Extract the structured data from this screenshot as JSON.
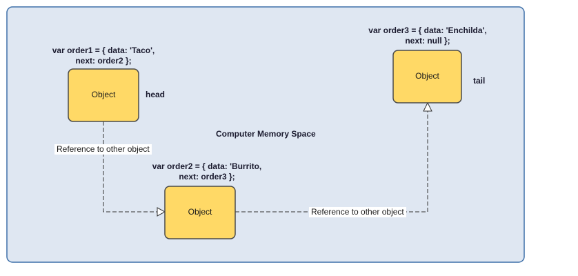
{
  "container": {
    "title": "Computer Memory Space"
  },
  "nodes": [
    {
      "id": "order1",
      "label": "Object",
      "code_line1": "var order1 = { data: 'Taco',",
      "code_line2": "next: order2 };",
      "side_label": "head"
    },
    {
      "id": "order2",
      "label": "Object",
      "code_line1": "var order2 = { data: 'Burrito,",
      "code_line2": "next: order3 };",
      "side_label": ""
    },
    {
      "id": "order3",
      "label": "Object",
      "code_line1": "var order3 = { data: 'Enchilda',",
      "code_line2": "next: null };",
      "side_label": "tail"
    }
  ],
  "edges": [
    {
      "from": "order1",
      "to": "order2",
      "label": "Reference to other object"
    },
    {
      "from": "order2",
      "to": "order3",
      "label": "Reference to other object"
    }
  ],
  "colors": {
    "container_fill": "#dfe7f2",
    "container_stroke": "#3d6fa8",
    "node_fill": "#ffd966",
    "node_stroke": "#4a4a4a",
    "edge_stroke": "#333333"
  }
}
